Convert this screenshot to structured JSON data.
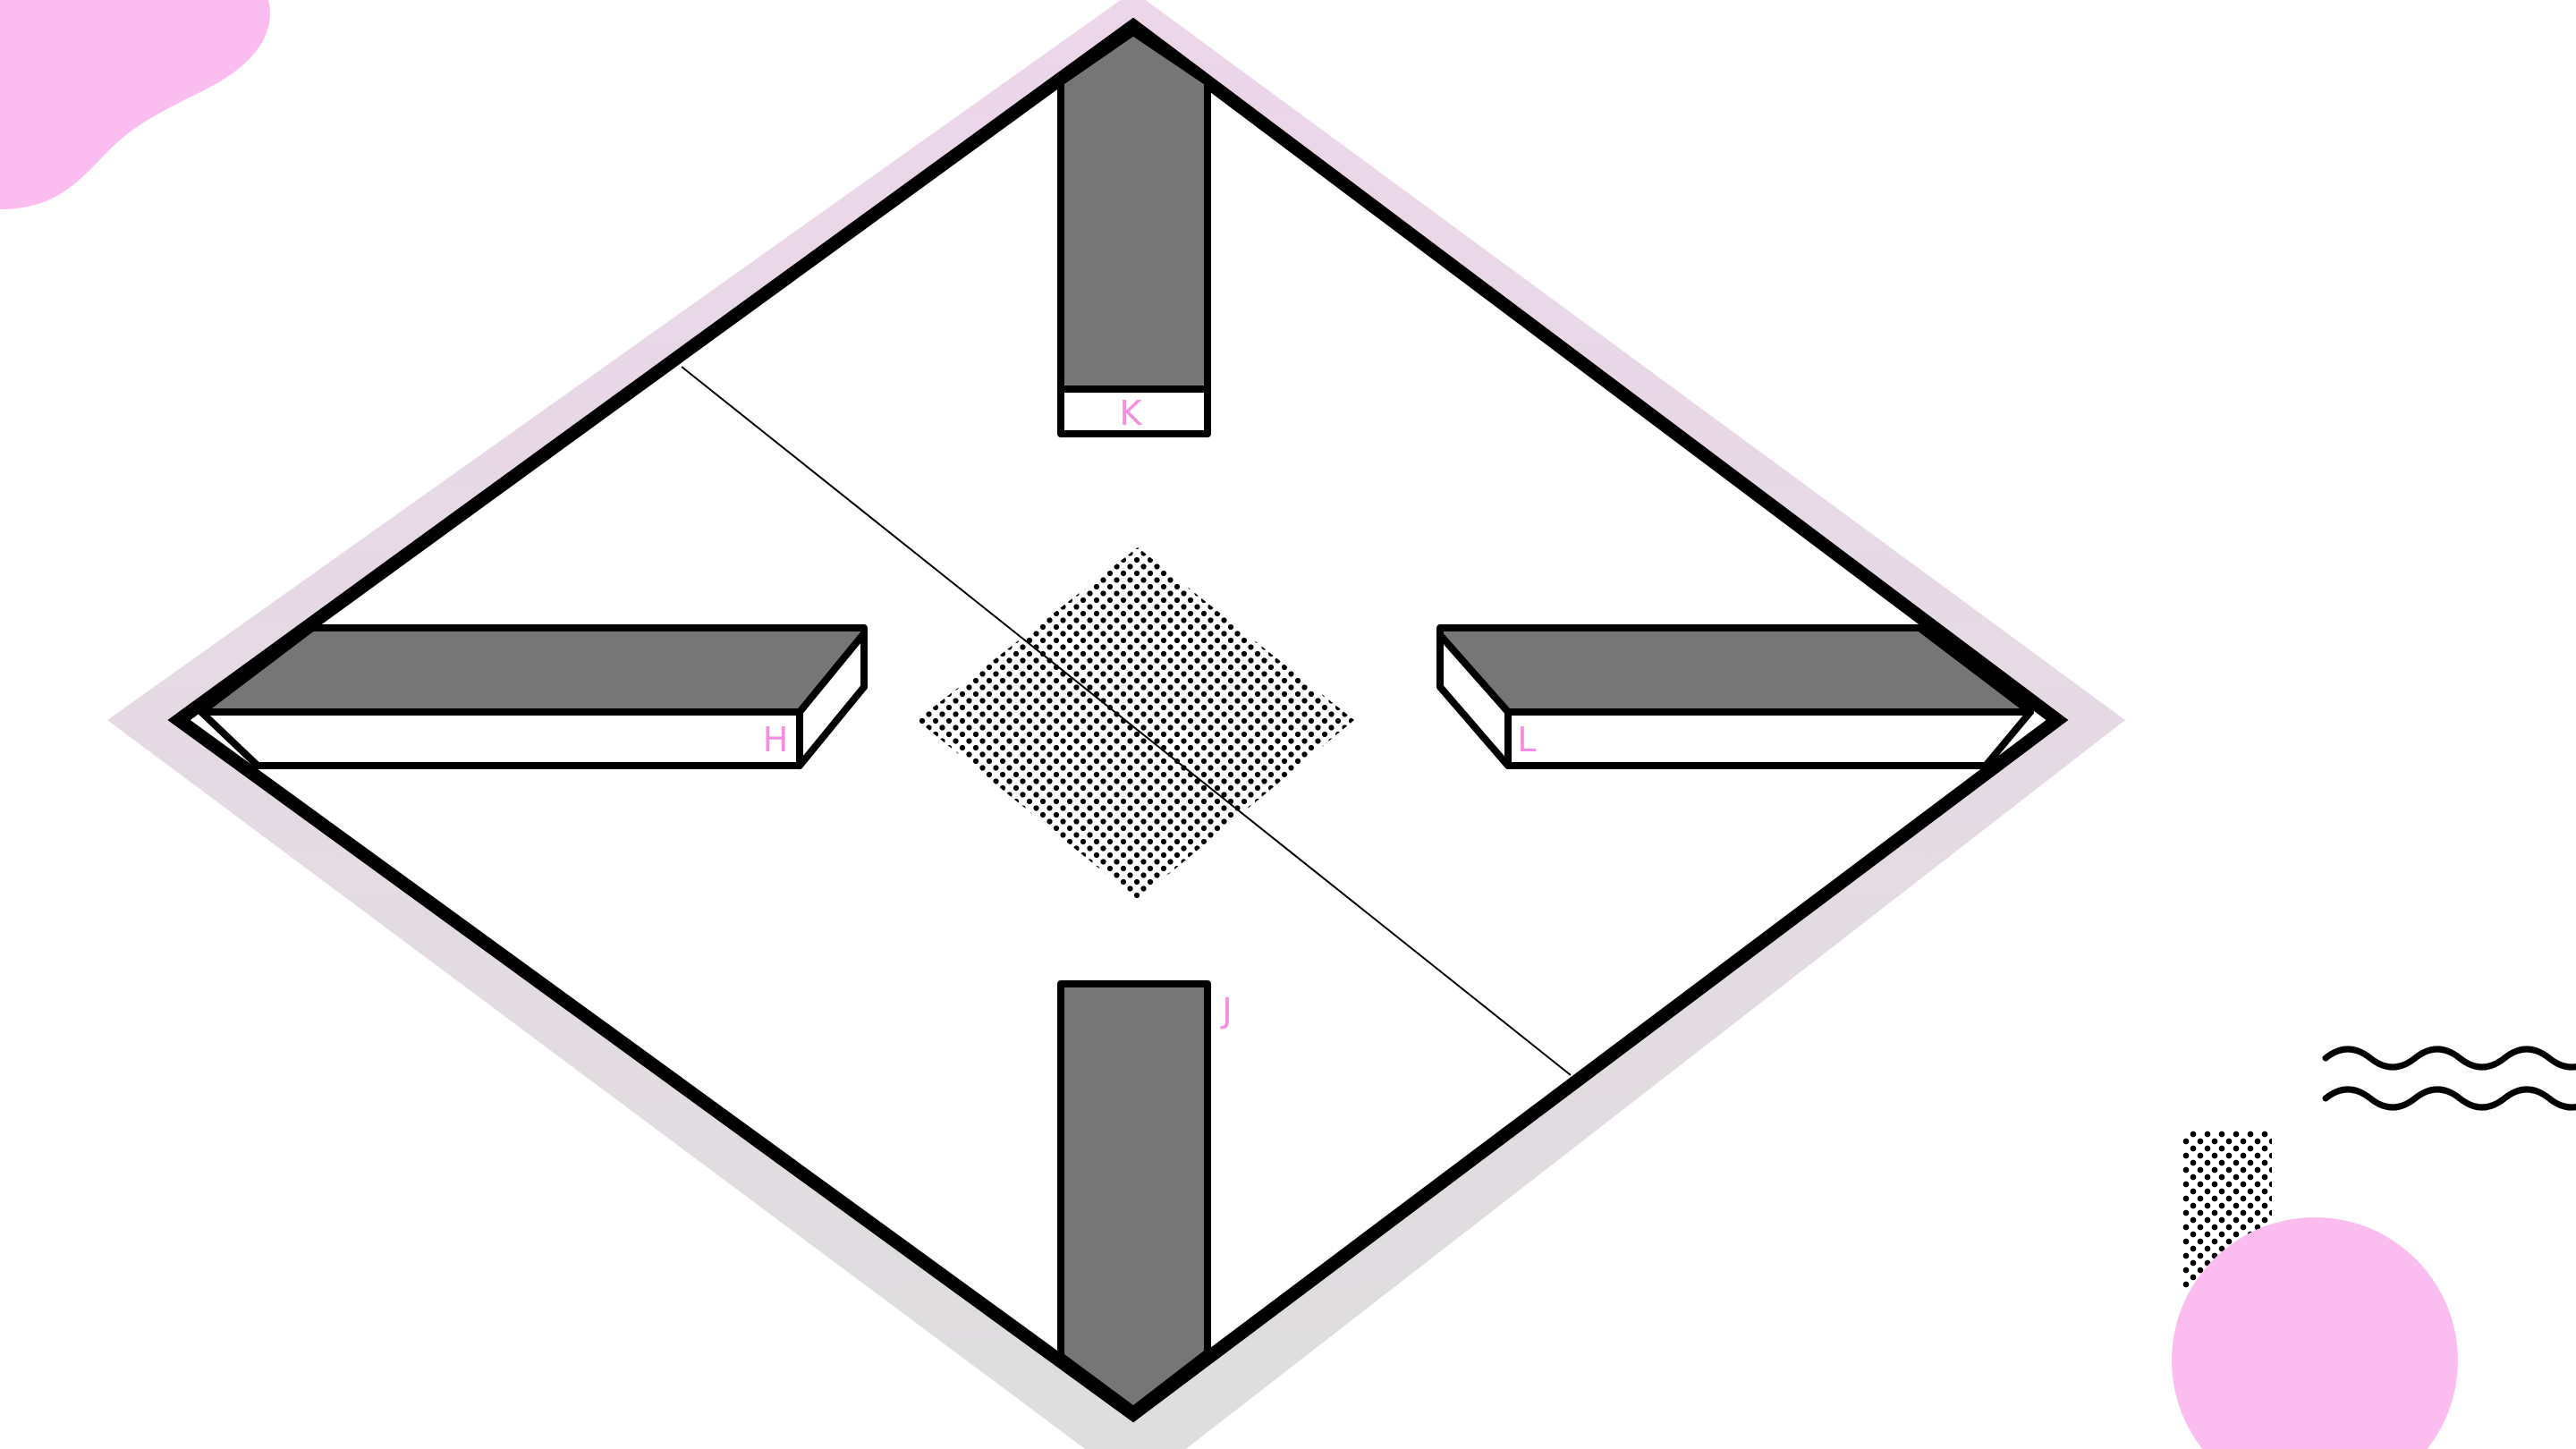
{
  "board": {
    "labels": {
      "k": "K",
      "h": "H",
      "l": "L",
      "j": "J"
    }
  },
  "colors": {
    "accent_pink": "#fbbdf0",
    "label_pink": "#f48ee0",
    "shadow_top": "#ecd6ea",
    "shadow_bottom": "#dedede",
    "block_gray": "#767676",
    "outline": "#000000",
    "board_fill": "#ffffff"
  },
  "icons": {
    "corner_blob": "pink-blob",
    "bottom_circle": "pink-circle",
    "waves": "wave-lines",
    "dots": "dot-pattern"
  }
}
